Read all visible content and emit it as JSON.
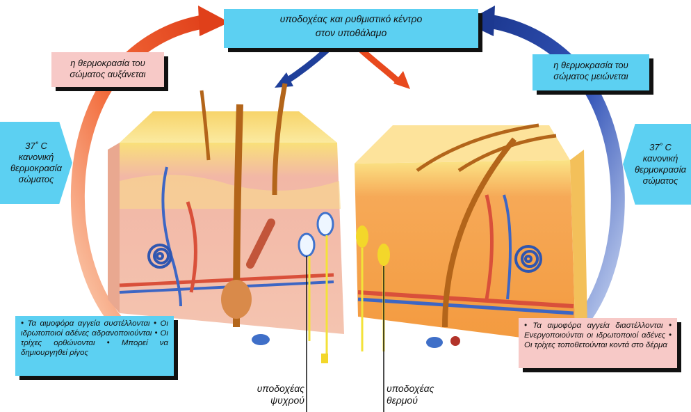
{
  "top_center": {
    "line1": "υποδοχέας και ρυθμιστικό κέντρο",
    "line2": "στον υποθάλαμο"
  },
  "left_top": {
    "line1": "η θερμοκρασία του",
    "line2": "σώματος αυξάνεται"
  },
  "right_top": {
    "line1": "η θερμοκρασία του",
    "line2": "σώματος μειώνεται"
  },
  "left_hex": {
    "line1": "37˚ C",
    "line2": "κανονική",
    "line3": "θερμοκρασία",
    "line4": "σώματος"
  },
  "right_hex": {
    "line1": "37˚ C",
    "line2": "κανονική",
    "line3": "θερμοκρασία",
    "line4": "σώματος"
  },
  "left_bottom": {
    "text": "• Τα αιμοφόρα αγγεία συστέλλονται • Οι ιδρωτοποιοί αδένες αδρανοποιούνται • Οι τρίχες ορθώνονται • Μπορεί να δημιουργηθεί ρίγος"
  },
  "right_bottom": {
    "text": "• Τα αιμοφόρα αγγεία διαστέλλονται • Ενεργοποιούνται οι ιδρωτοποιοί αδένες • Οι τρίχες τοποθετούνται κοντά στο δέρμα"
  },
  "labels": {
    "cold_line1": "υποδοχέας",
    "cold_line2": "ψυχρού",
    "warm_line1": "υποδοχέας",
    "warm_line2": "θερμού"
  },
  "colors": {
    "cyan": "#5cd0f2",
    "pink": "#f7c9c7",
    "red_arrow": "#e8491d",
    "blue_arrow": "#1f3f9a"
  }
}
